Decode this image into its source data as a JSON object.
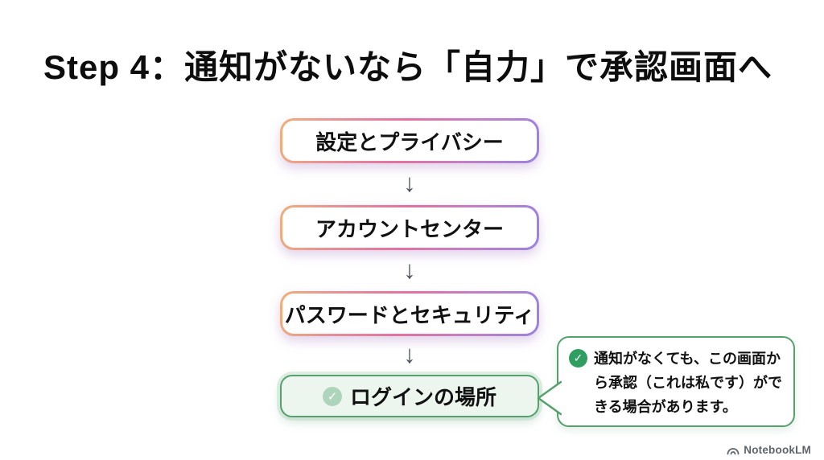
{
  "title": "Step 4：通知がないなら「自力」で承認画面へ",
  "flow": {
    "arrow_glyph": "↓",
    "steps": [
      {
        "label": "設定とプライバシー"
      },
      {
        "label": "アカウントセンター"
      },
      {
        "label": "パスワードとセキュリティ"
      },
      {
        "label": "ログインの場所"
      }
    ]
  },
  "callout": {
    "text": "通知がなくても、この画面から承認（これは私です）ができる場合があります。"
  },
  "footer": {
    "brand": "NotebookLM"
  },
  "icons": {
    "check": "✓",
    "down_arrow": "↓"
  },
  "colors": {
    "gradient_start": "#f0b07a",
    "gradient_mid": "#e2729f",
    "gradient_end": "#9a83dd",
    "green_border": "#57a06e",
    "green_fill": "#edf5ef",
    "check_dark_green": "#2f9e60",
    "check_light_green": "#aed5bb",
    "arrow_gray": "#4a4f58",
    "brand_gray": "#5f6469",
    "title_black": "#0d0d0d"
  }
}
